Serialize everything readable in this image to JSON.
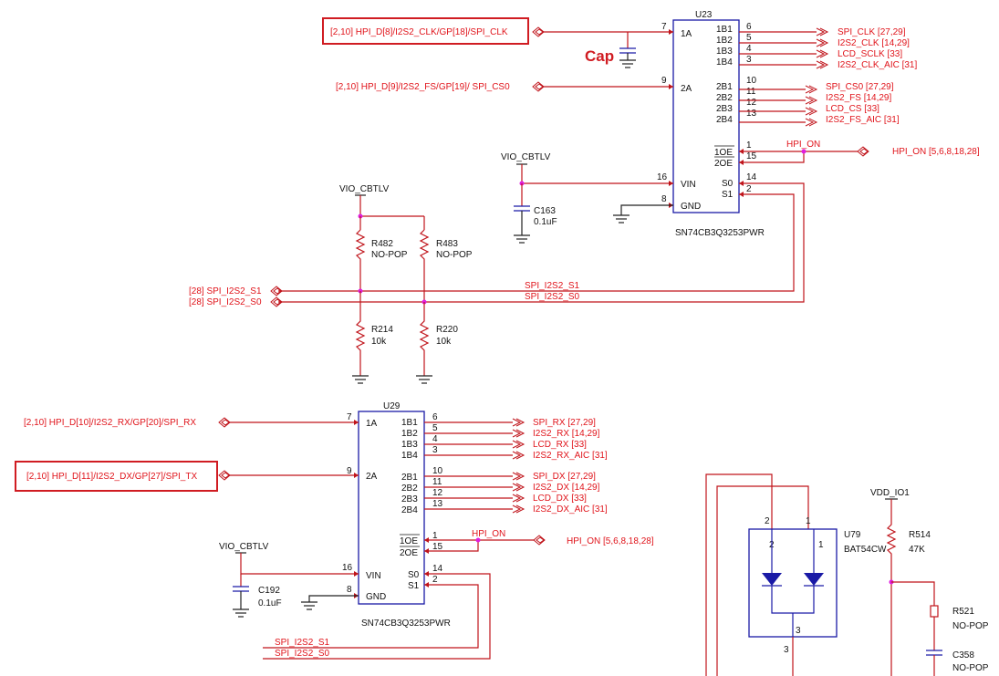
{
  "u23": {
    "ref": "U23",
    "part": "SN74CB3Q3253PWR",
    "pin_labels": [
      "1A",
      "2A",
      "VIN",
      "GND",
      "1B1",
      "1B2",
      "1B3",
      "1B4",
      "2B1",
      "2B2",
      "2B3",
      "2B4",
      "1OE",
      "2OE",
      "S0",
      "S1"
    ],
    "pin_numbers": [
      "7",
      "9",
      "16",
      "8",
      "6",
      "5",
      "4",
      "3",
      "10",
      "11",
      "12",
      "13",
      "1",
      "15",
      "14",
      "2"
    ],
    "in_nets": [
      "[2,10]  HPI_D[8]/I2S2_CLK/GP[18]/SPI_CLK",
      "[2,10]  HPI_D[9]/I2S2_FS/GP[19]/ SPI_CS0"
    ],
    "out_nets": [
      "SPI_CLK [27,29]",
      "I2S2_CLK [14,29]",
      "LCD_SCLK [33]",
      "I2S2_CLK_AIC [31]",
      "SPI_CS0 [27,29]",
      "I2S2_FS [14,29]",
      "LCD_CS [33]",
      "I2S2_FS_AIC [31]"
    ],
    "enable_net": "HPI_ON",
    "enable_port": "HPI_ON [5,6,8,18,28]",
    "supply": "VIO_CBTLV",
    "cap_ref": "C163",
    "cap_val": "0.1uF"
  },
  "cap_note": "Cap",
  "select": {
    "supply": "VIO_CBTLV",
    "ports": [
      "[28]  SPI_I2S2_S1",
      "[28]  SPI_I2S2_S0"
    ],
    "wire_labels": [
      "SPI_I2S2_S1",
      "SPI_I2S2_S0"
    ],
    "resistors": [
      {
        "ref": "R482",
        "val": "NO-POP"
      },
      {
        "ref": "R483",
        "val": "NO-POP"
      },
      {
        "ref": "R214",
        "val": "10k"
      },
      {
        "ref": "R220",
        "val": "10k"
      }
    ]
  },
  "u29": {
    "ref": "U29",
    "part": "SN74CB3Q3253PWR",
    "pin_labels": [
      "1A",
      "2A",
      "VIN",
      "GND",
      "1B1",
      "1B2",
      "1B3",
      "1B4",
      "2B1",
      "2B2",
      "2B3",
      "2B4",
      "1OE",
      "2OE",
      "S0",
      "S1"
    ],
    "pin_numbers": [
      "7",
      "9",
      "16",
      "8",
      "6",
      "5",
      "4",
      "3",
      "10",
      "11",
      "12",
      "13",
      "1",
      "15",
      "14",
      "2"
    ],
    "in_nets": [
      "[2,10]  HPI_D[10]/I2S2_RX/GP[20]/SPI_RX",
      "[2,10]  HPI_D[11]/I2S2_DX/GP[27]/SPI_TX"
    ],
    "out_nets": [
      "SPI_RX [27,29]",
      "I2S2_RX [14,29]",
      "LCD_RX [33]",
      "I2S2_RX_AIC [31]",
      "SPI_DX [27,29]",
      "I2S2_DX [14,29]",
      "LCD_DX [33]",
      "I2S2_DX_AIC [31]"
    ],
    "enable_net": "HPI_ON",
    "enable_port": "HPI_ON [5,6,8,18,28]",
    "supply": "VIO_CBTLV",
    "cap_ref": "C192",
    "cap_val": "0.1uF",
    "select_labels": [
      "SPI_I2S2_S1",
      "SPI_I2S2_S0"
    ]
  },
  "u79": {
    "ref": "U79",
    "part": "BAT54CW",
    "pin_numbers": [
      "2",
      "1",
      "3"
    ],
    "partial_ref": "U79",
    "pin3_outer": "3"
  },
  "vdd": {
    "net": "VDD_IO1",
    "r514_ref": "R514",
    "r514_val": "47K",
    "r521_ref": "R521",
    "r521_val": "NO-POP",
    "c358_ref": "C358",
    "c358_val": "NO-POP"
  },
  "colors": {
    "wire": "#c0141b",
    "text_red": "#e0141b",
    "component": "#1a1aa6",
    "junction": "#e01ee0",
    "highlight": "#d01c22"
  }
}
